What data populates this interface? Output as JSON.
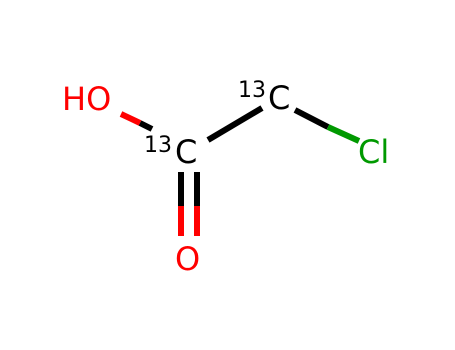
{
  "molecule": {
    "atoms": {
      "hydroxyl": {
        "text": "HO",
        "color": "#ff0000"
      },
      "carboxyl_carbon": {
        "isotope": "13",
        "element": "C",
        "color": "#000000"
      },
      "alpha_carbon": {
        "isotope": "13",
        "element": "C",
        "color": "#000000"
      },
      "chlorine": {
        "text": "Cl",
        "color": "#009900"
      },
      "carbonyl_oxygen": {
        "text": "O",
        "color": "#ff0000"
      }
    }
  }
}
